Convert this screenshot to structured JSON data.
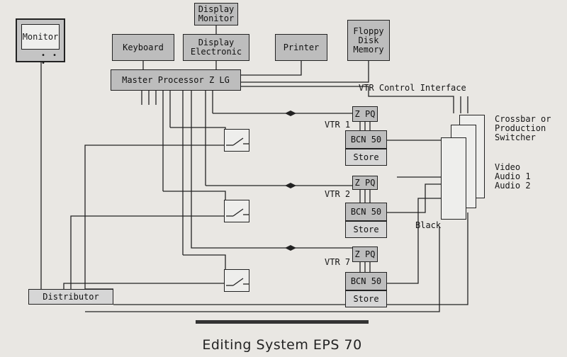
{
  "diagram": {
    "caption": "Editing System EPS 70",
    "blocks": {
      "display_monitor": "Display\nMonitor",
      "monitor": "Monitor",
      "keyboard": "Keyboard",
      "display_electronic": "Display\nElectronic",
      "printer": "Printer",
      "floppy": "Floppy\nDisk\nMemory",
      "master_processor": "Master Processor Z LG",
      "distributor": "Distributor"
    },
    "vtr_control_interface": "VTR Control Interface",
    "vtr_units": [
      {
        "label": "VTR 1",
        "interface": "Z PQ",
        "controller": "BCN 50",
        "store": "Store"
      },
      {
        "label": "VTR 2",
        "interface": "Z PQ",
        "controller": "BCN 50",
        "store": "Store"
      },
      {
        "label": "VTR 7",
        "interface": "Z PQ",
        "controller": "BCN 50",
        "store": "Store"
      }
    ],
    "switcher_label": "Crossbar or\nProduction\nSwitcher",
    "signals": "Video\nAudio 1\nAudio 2",
    "black_label": "Black"
  }
}
